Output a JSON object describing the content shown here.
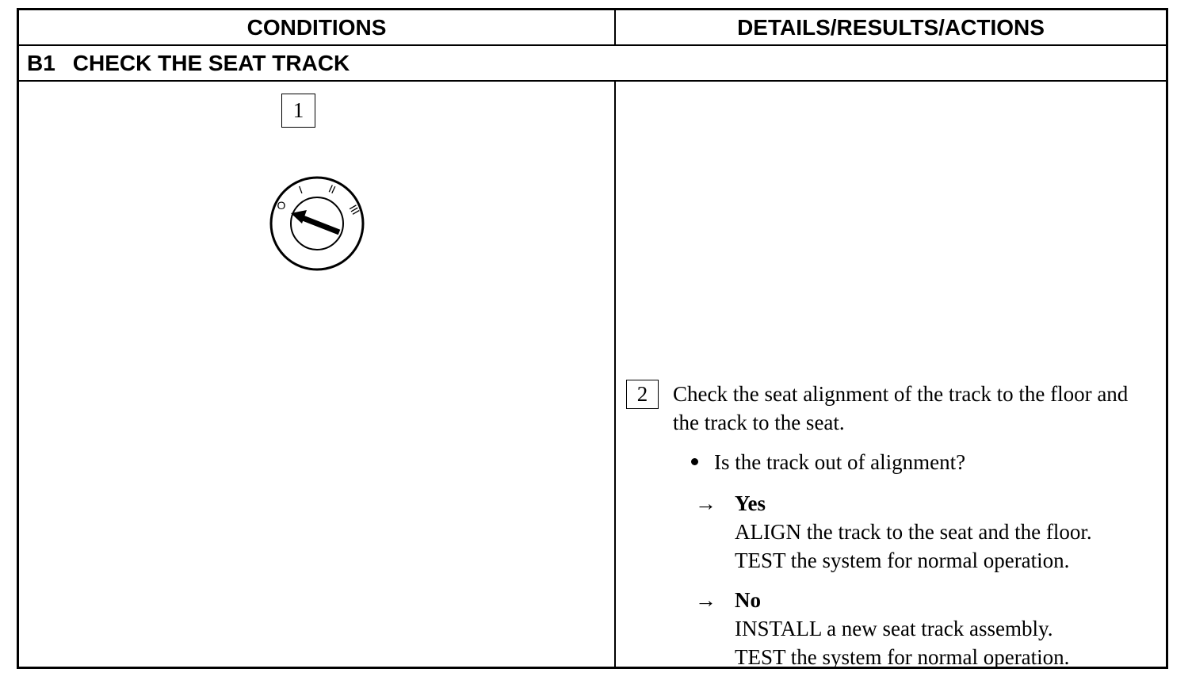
{
  "header": {
    "conditions": "CONDITIONS",
    "details": "DETAILS/RESULTS/ACTIONS"
  },
  "step": {
    "code": "B1",
    "title": "CHECK THE SEAT TRACK"
  },
  "left": {
    "box_number": "1",
    "switch_positions": [
      "O",
      "I",
      "II",
      "III"
    ],
    "switch_icon": "ignition-switch-off-icon"
  },
  "right": {
    "box_number": "2",
    "instruction": "Check the seat alignment of the track to the floor and the track to the seat.",
    "question": "Is the track out of alignment?",
    "yes": {
      "arrow": "→",
      "label": "Yes",
      "actions": [
        "ALIGN the track to the seat and the floor.",
        "TEST the system for normal operation."
      ]
    },
    "no": {
      "arrow": "→",
      "label": "No",
      "actions": [
        "INSTALL a new seat track assembly.",
        "TEST the system for normal operation."
      ]
    }
  }
}
